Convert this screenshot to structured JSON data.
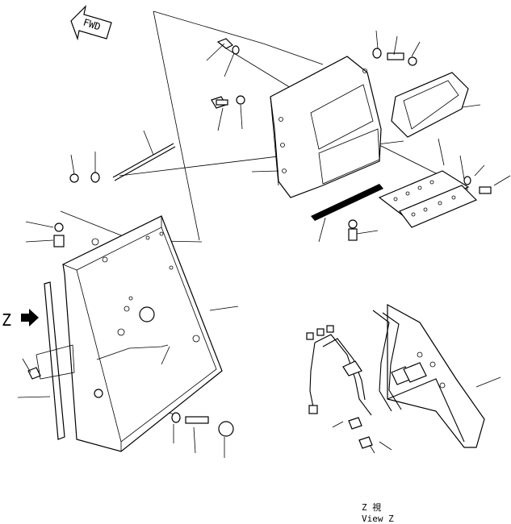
{
  "fwd_label": "FWD",
  "z_marker": "Z",
  "view_caption": {
    "line1": "Z 視",
    "line2": "View Z"
  },
  "icons": {
    "direction": "fwd-arrow-icon",
    "view_arrow": "view-arrow-icon"
  }
}
